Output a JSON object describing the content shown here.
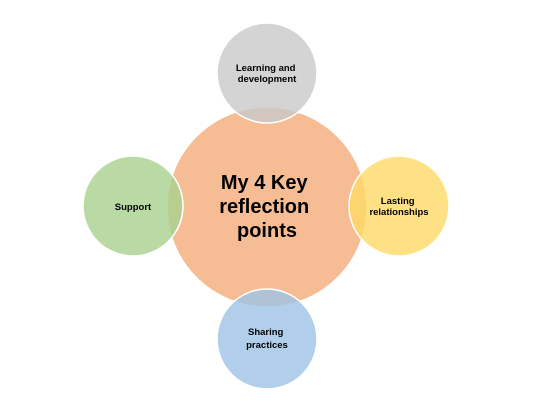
{
  "center": {
    "lines": [
      "My 4 Key",
      "reflection",
      "points"
    ],
    "color": "#f4b183"
  },
  "nodes": {
    "top": {
      "lines": [
        "Learning and",
        "development"
      ],
      "color": "#c9c9c9"
    },
    "left": {
      "lines": [
        "Support"
      ],
      "color": "#a9d18e"
    },
    "right": {
      "lines": [
        "Lasting",
        "relationships"
      ],
      "color": "#ffd966"
    },
    "bottom": {
      "lines": [
        "Sharing",
        "practices"
      ],
      "color": "#9dc3e6"
    }
  }
}
